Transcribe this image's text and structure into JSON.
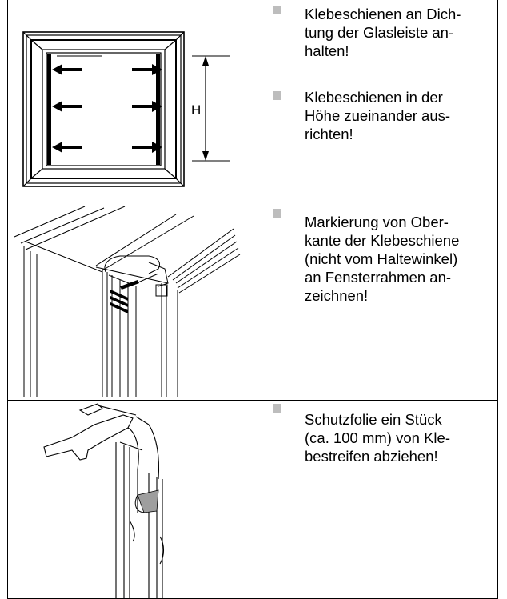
{
  "rows": [
    {
      "bullets": [
        "Klebeschienen an Dich-\ntung der Glasleiste an-\nhalten!",
        "Klebeschienen in der\nHöhe zueinander aus-\nrichten!"
      ],
      "figure": {
        "dimension_label": "H"
      }
    },
    {
      "bullets": [
        "Markierung von Ober-\nkante der Klebeschiene\n(nicht vom Haltewinkel)\nan Fensterrahmen an-\nzeichnen!"
      ]
    },
    {
      "bullets": [
        "Schutzfolie ein Stück\n(ca. 100 mm) von Kle-\nbestreifen abziehen!"
      ]
    }
  ]
}
